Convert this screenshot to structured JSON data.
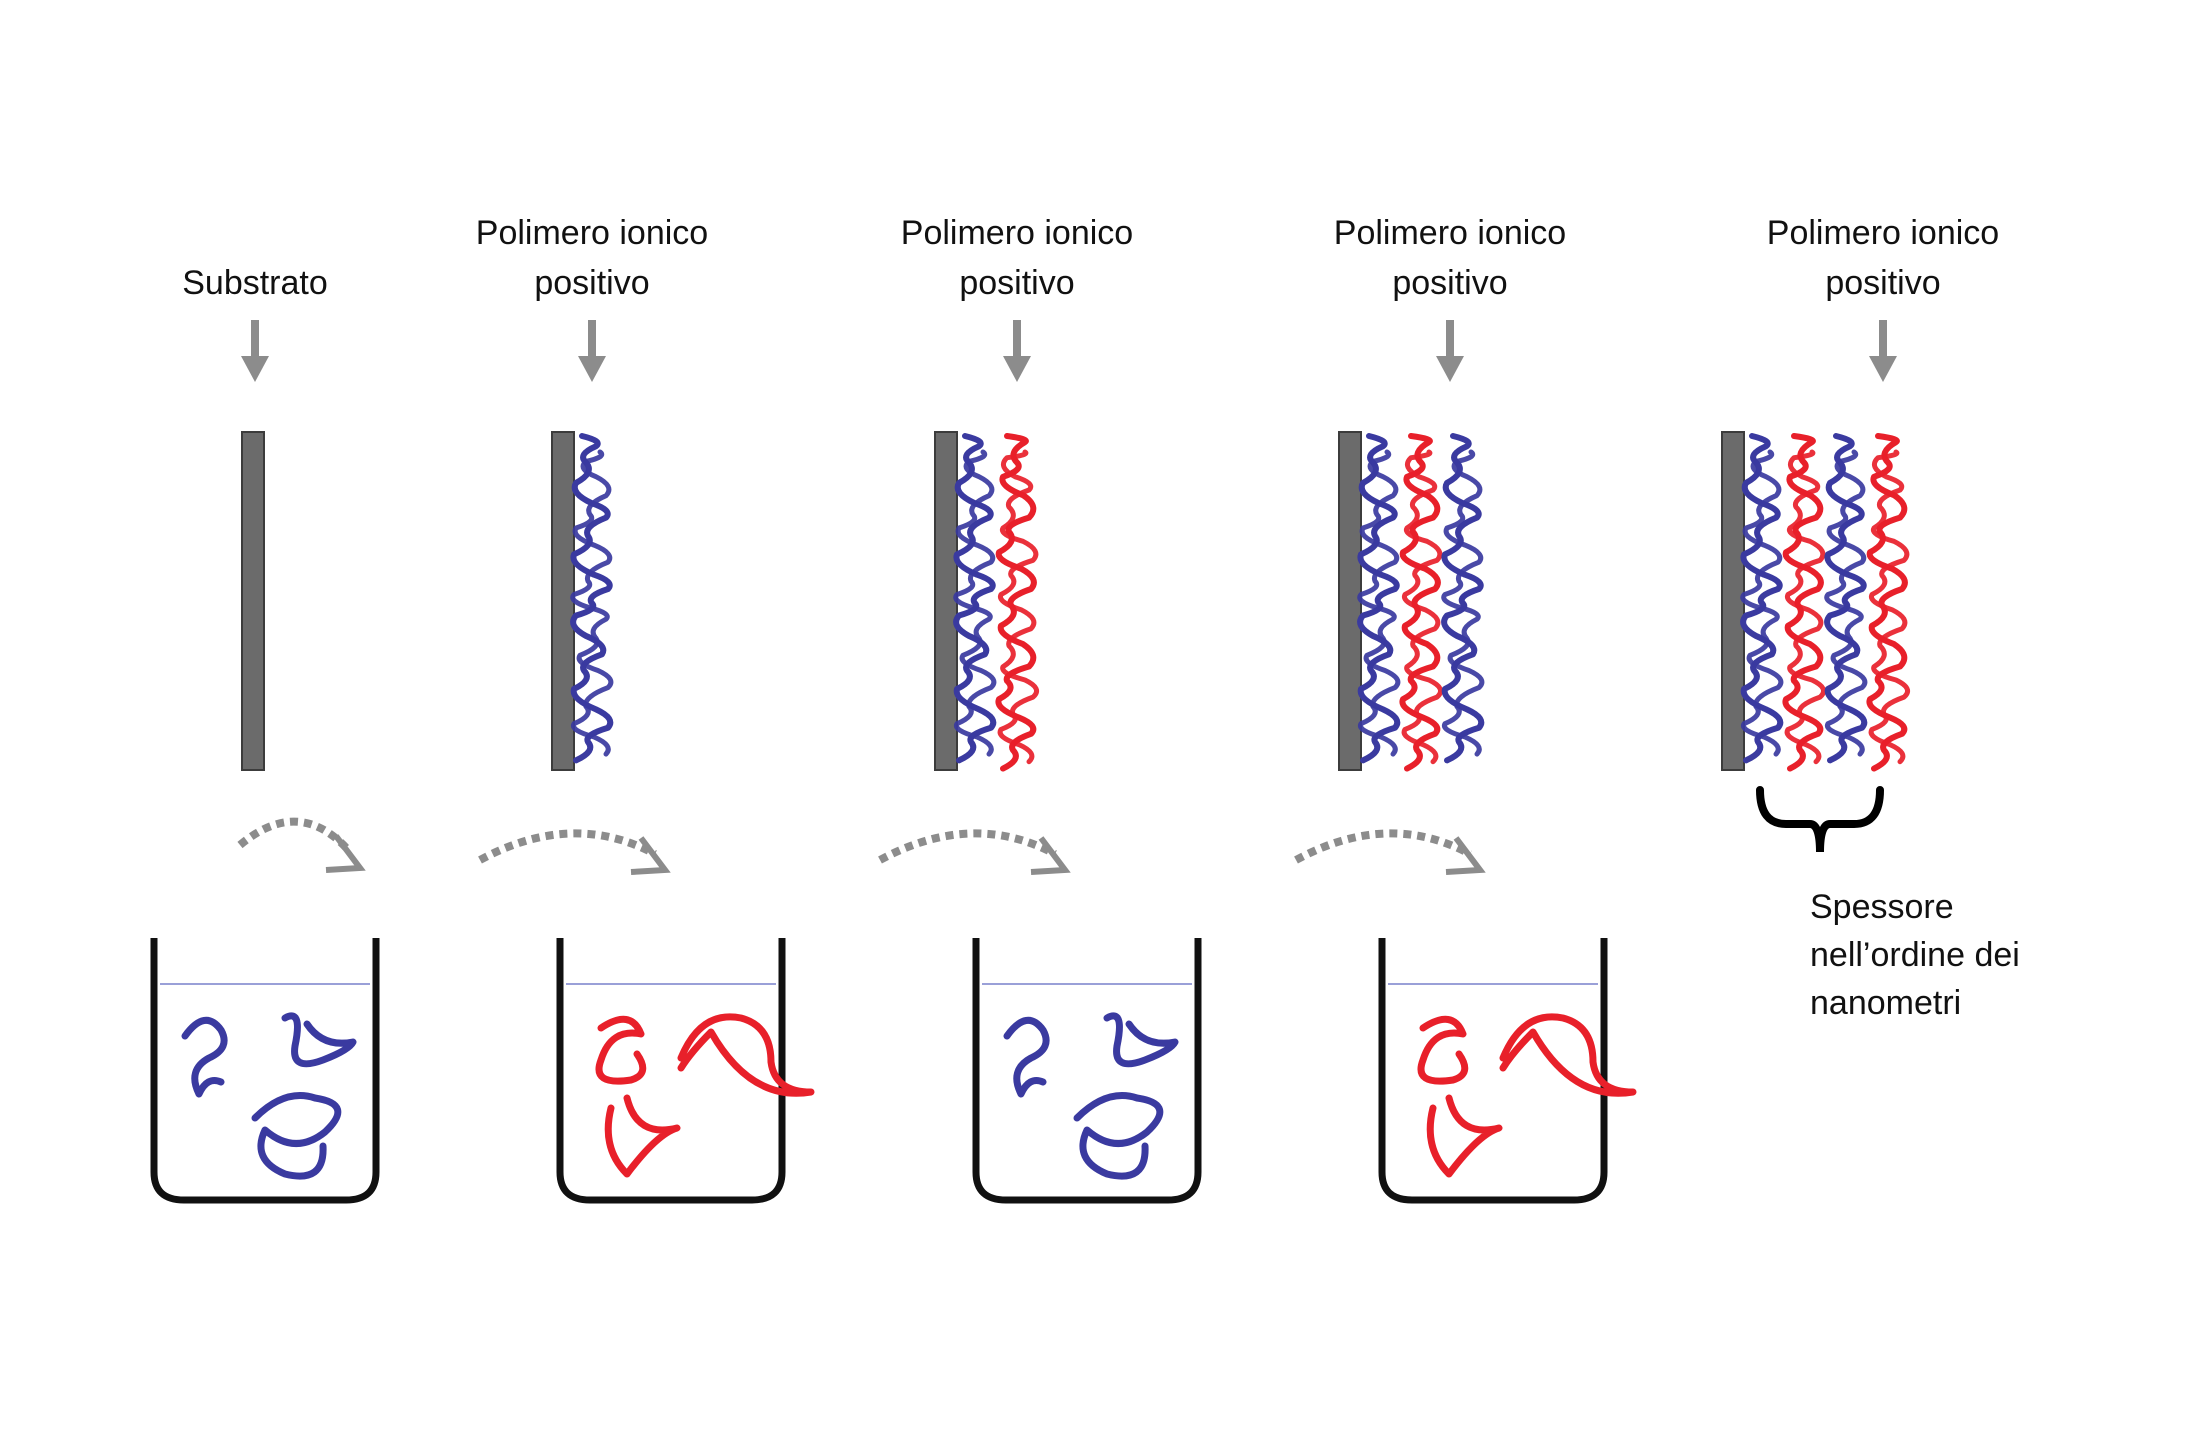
{
  "stages": [
    {
      "label_lines": [
        "Substrato"
      ],
      "layers": []
    },
    {
      "label_lines": [
        "Polimero ionico",
        "positivo"
      ],
      "layers": [
        "blue"
      ]
    },
    {
      "label_lines": [
        "Polimero ionico",
        "positivo"
      ],
      "layers": [
        "blue",
        "red"
      ]
    },
    {
      "label_lines": [
        "Polimero ionico",
        "positivo"
      ],
      "layers": [
        "blue",
        "red",
        "blue"
      ]
    },
    {
      "label_lines": [
        "Polimero ionico",
        "positivo"
      ],
      "layers": [
        "blue",
        "red",
        "blue",
        "red"
      ]
    }
  ],
  "beakers": [
    {
      "polymer": "blue"
    },
    {
      "polymer": "red"
    },
    {
      "polymer": "blue"
    },
    {
      "polymer": "red"
    }
  ],
  "thickness_note": [
    "Spessore",
    "nell’ordine dei",
    "nanometri"
  ],
  "colors": {
    "positive_polymer": "#3a3aa0",
    "negative_polymer": "#e8202a",
    "substrate": "#6b6b6b",
    "arrow": "#8c8c8c",
    "solution_line": "#9aa0d8",
    "beaker": "#111111"
  }
}
